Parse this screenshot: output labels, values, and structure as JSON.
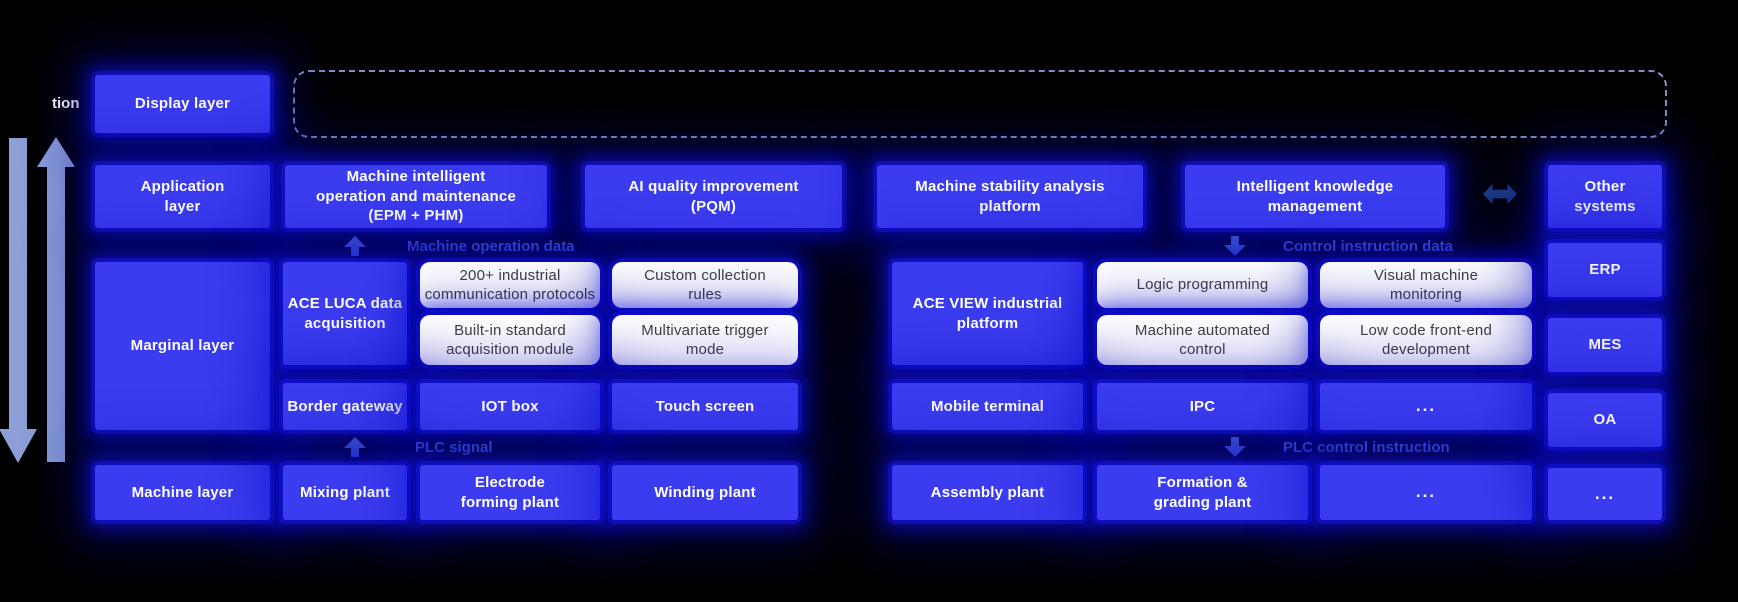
{
  "colors": {
    "background": "#000000",
    "box_blue": "#3B3BEF",
    "box_white": "#FFFFFF",
    "glow_blue": "#1212D8",
    "flow_label_blue": "#3D4FD8",
    "rail_arrow_periwinkle": "#8C9FD6",
    "link_arrow_navy": "#1C3A80",
    "white_box_text": "#3F3F3F"
  },
  "left_rail": {
    "clipped_label": "tion"
  },
  "layers": {
    "display": "Display layer",
    "application": "Application\nlayer",
    "marginal": "Marginal layer",
    "machine": "Machine layer"
  },
  "application_row": {
    "epm": "Machine intelligent\noperation and maintenance\n(EPM + PHM)",
    "pqm": "AI quality improvement\n(PQM)",
    "stability": "Machine stability analysis\nplatform",
    "knowledge": "Intelligent knowledge\nmanagement"
  },
  "flow_labels": {
    "machine_operation_data": "Machine operation data",
    "control_instruction_data": "Control instruction data",
    "plc_signal": "PLC signal",
    "plc_control_instruction": "PLC control instruction"
  },
  "marginal_row": {
    "ace_luca": "ACE LUCA data\nacquisition",
    "protocols": "200+ industrial\ncommunication protocols",
    "custom_rules": "Custom collection\nrules",
    "builtin_module": "Built-in standard\nacquisition module",
    "multivariate": "Multivariate trigger\nmode",
    "ace_view": "ACE VIEW industrial\nplatform",
    "logic": "Logic programming",
    "visual": "Visual machine\nmonitoring",
    "auto_control": "Machine automated\ncontrol",
    "low_code": "Low code front-end\ndevelopment"
  },
  "device_row": {
    "border_gateway": "Border gateway",
    "iot_box": "IOT box",
    "touch_screen": "Touch screen",
    "mobile_terminal": "Mobile terminal",
    "ipc": "IPC",
    "more": "..."
  },
  "machine_row": {
    "mixing": "Mixing plant",
    "electrode": "Electrode\nforming plant",
    "winding": "Winding plant",
    "assembly": "Assembly plant",
    "formation": "Formation &\ngrading plant",
    "more": "..."
  },
  "right_column": {
    "other_systems": "Other\nsystems",
    "erp": "ERP",
    "mes": "MES",
    "oa": "OA",
    "more": "..."
  }
}
